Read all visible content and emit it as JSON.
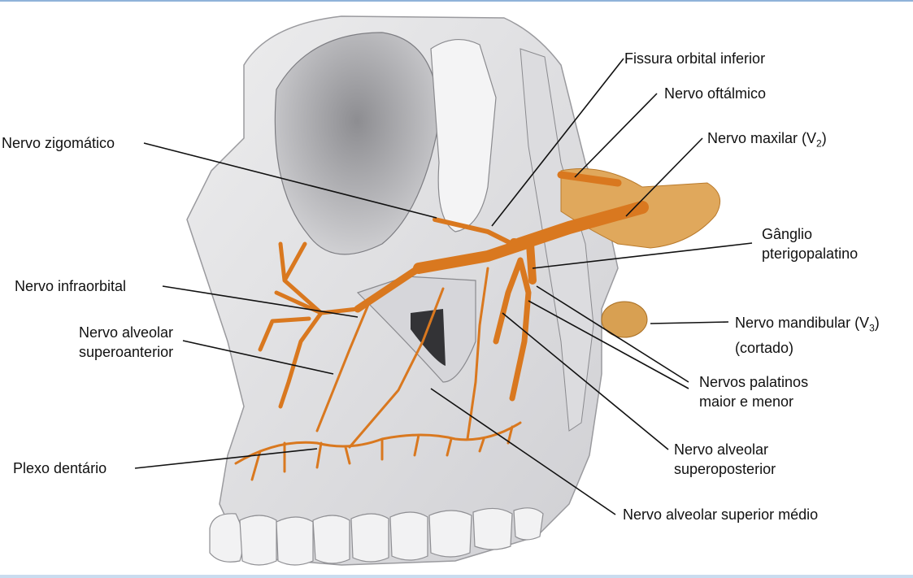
{
  "labels": {
    "fissura_orbital_inferior": "Fissura orbital inferior",
    "nervo_oftalmico": "Nervo oftálmico",
    "nervo_maxilar": "Nervo maxilar (V",
    "nervo_maxilar_sub": "2",
    "nervo_maxilar_close": ")",
    "nervo_zigomatico": "Nervo zigomático",
    "ganglio_line1": "Gânglio",
    "ganglio_line2": "pterigopalatino",
    "nervo_infraorbital": "Nervo infraorbital",
    "alveolar_superoanterior_line1": "Nervo alveolar",
    "alveolar_superoanterior_line2": "superoanterior",
    "mandibular_line1": "Nervo mandibular (V",
    "mandibular_sub": "3",
    "mandibular_close": ")",
    "mandibular_line2": "(cortado)",
    "palatinos_line1": "Nervos palatinos",
    "palatinos_line2": "maior e menor",
    "alveolar_superoposterior_line1": "Nervo alveolar",
    "alveolar_superoposterior_line2": "superoposterior",
    "plexo_dentario": "Plexo dentário",
    "alveolar_superior_medio": "Nervo alveolar superior médio"
  },
  "colors": {
    "bone": "#e4e4e6",
    "bone_shadow": "#b9b9bd",
    "nerve": "#d9781f",
    "ganglion": "#e0a85c",
    "frame": "#8fb3d9"
  }
}
